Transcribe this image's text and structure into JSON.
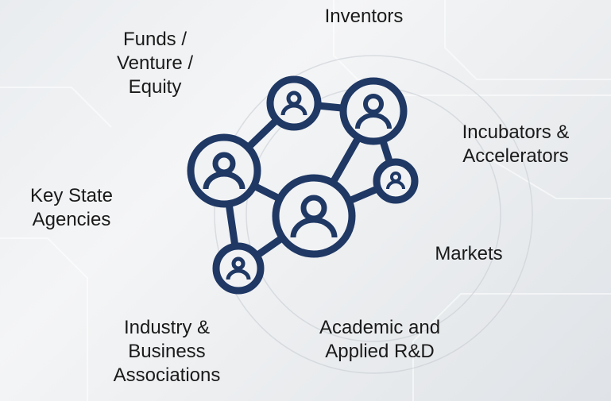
{
  "colors": {
    "accent": "#1f3864",
    "text": "#1a1a1a"
  },
  "network_icon": "people-network-icon",
  "labels": {
    "inventors": "Inventors",
    "funds": "Funds /\nVenture /\nEquity",
    "incubators": "Incubators &\nAccelerators",
    "agencies": "Key State\nAgencies",
    "markets": "Markets",
    "industry": "Industry &\nBusiness\nAssociations",
    "academic": "Academic and\nApplied R&D"
  }
}
